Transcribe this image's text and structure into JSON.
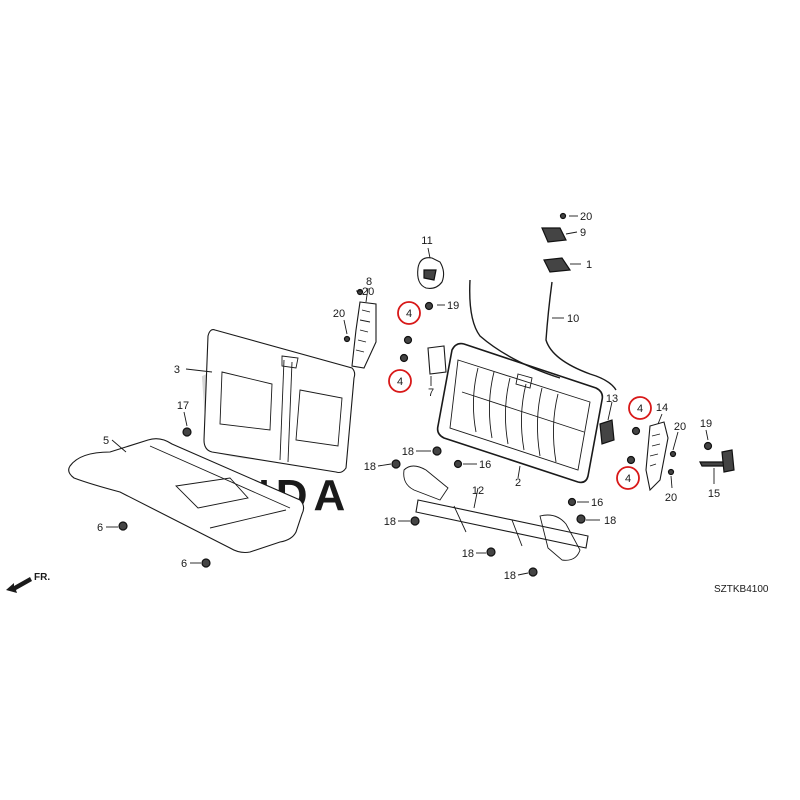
{
  "diagram_code": "SZTKB4100",
  "direction_label": "FR.",
  "watermark": {
    "text": "HONDA",
    "emblem": "H"
  },
  "highlight_color": "#d81818",
  "parts": [
    {
      "id": "p1",
      "num": "1"
    },
    {
      "id": "p2",
      "num": "2"
    },
    {
      "id": "p3",
      "num": "3"
    },
    {
      "id": "p4a",
      "num": "4",
      "highlighted": true
    },
    {
      "id": "p4b",
      "num": "4",
      "highlighted": true
    },
    {
      "id": "p4c",
      "num": "4",
      "highlighted": true
    },
    {
      "id": "p4d",
      "num": "4",
      "highlighted": true
    },
    {
      "id": "p5",
      "num": "5"
    },
    {
      "id": "p6a",
      "num": "6"
    },
    {
      "id": "p6b",
      "num": "6"
    },
    {
      "id": "p7",
      "num": "7"
    },
    {
      "id": "p8",
      "num": "8"
    },
    {
      "id": "p9",
      "num": "9"
    },
    {
      "id": "p10",
      "num": "10"
    },
    {
      "id": "p11",
      "num": "11"
    },
    {
      "id": "p12",
      "num": "12"
    },
    {
      "id": "p13",
      "num": "13"
    },
    {
      "id": "p14",
      "num": "14"
    },
    {
      "id": "p15",
      "num": "15"
    },
    {
      "id": "p16a",
      "num": "16"
    },
    {
      "id": "p16b",
      "num": "16"
    },
    {
      "id": "p17",
      "num": "17"
    },
    {
      "id": "p18a",
      "num": "18"
    },
    {
      "id": "p18b",
      "num": "18"
    },
    {
      "id": "p18c",
      "num": "18"
    },
    {
      "id": "p18d",
      "num": "18"
    },
    {
      "id": "p18e",
      "num": "18"
    },
    {
      "id": "p18f",
      "num": "18"
    },
    {
      "id": "p19a",
      "num": "19"
    },
    {
      "id": "p19b",
      "num": "19"
    },
    {
      "id": "p20a",
      "num": "20"
    },
    {
      "id": "p20b",
      "num": "20"
    },
    {
      "id": "p20c",
      "num": "20"
    },
    {
      "id": "p20d",
      "num": "20"
    },
    {
      "id": "p20e",
      "num": "20"
    }
  ]
}
